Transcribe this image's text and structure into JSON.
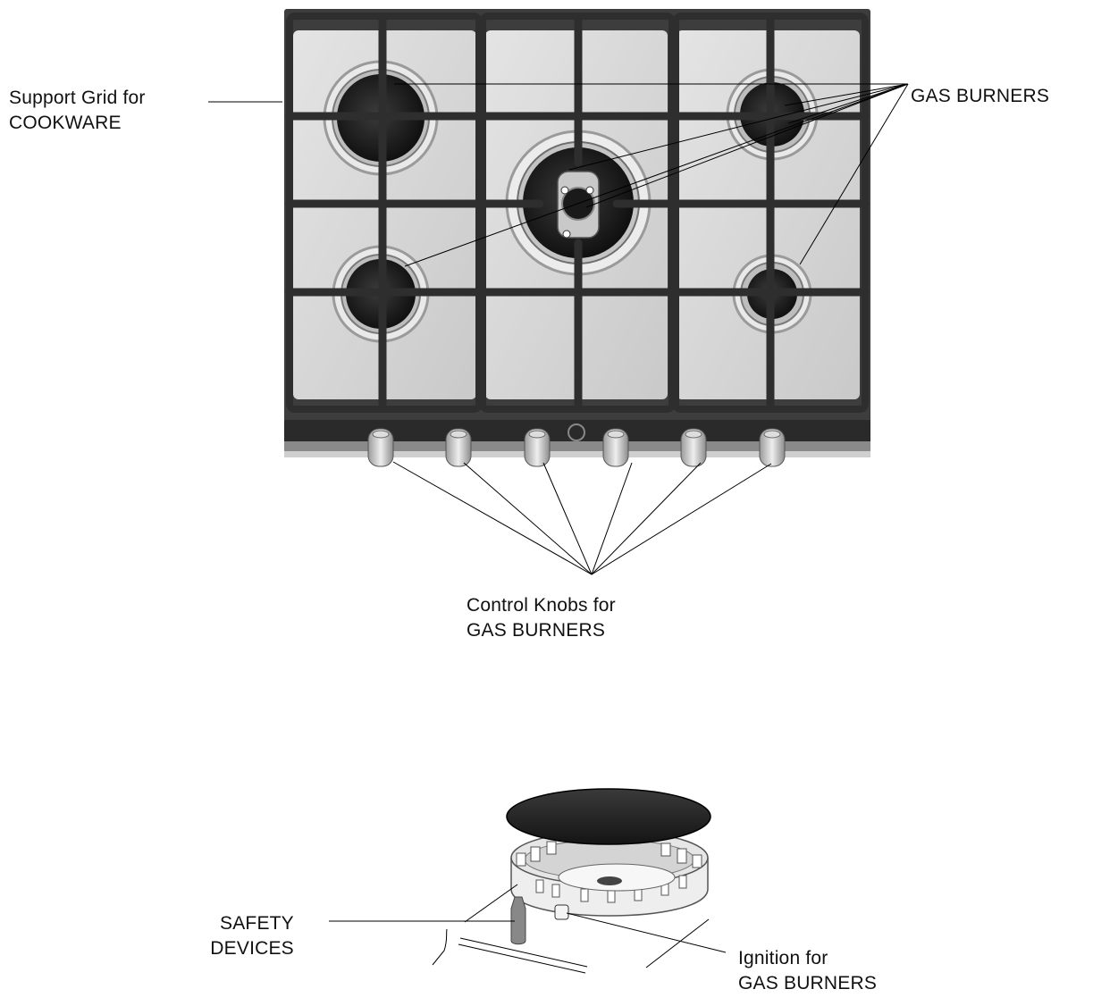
{
  "labels": {
    "support_grid": [
      "Support Grid for",
      "COOKWARE"
    ],
    "gas_burners": "GAS BURNERS",
    "control_knobs": [
      "Control Knobs for",
      "GAS BURNERS"
    ],
    "safety_devices": [
      "SAFETY",
      "DEVICES"
    ],
    "ignition": [
      "Ignition for",
      "GAS BURNERS"
    ]
  },
  "colors": {
    "frame": "#3a3a3a",
    "panel": "#d6d6d6",
    "burner": "#1c1c1c",
    "steel": "#bdbdbd",
    "knob": "#cfcfcf",
    "leader": "#000000"
  }
}
